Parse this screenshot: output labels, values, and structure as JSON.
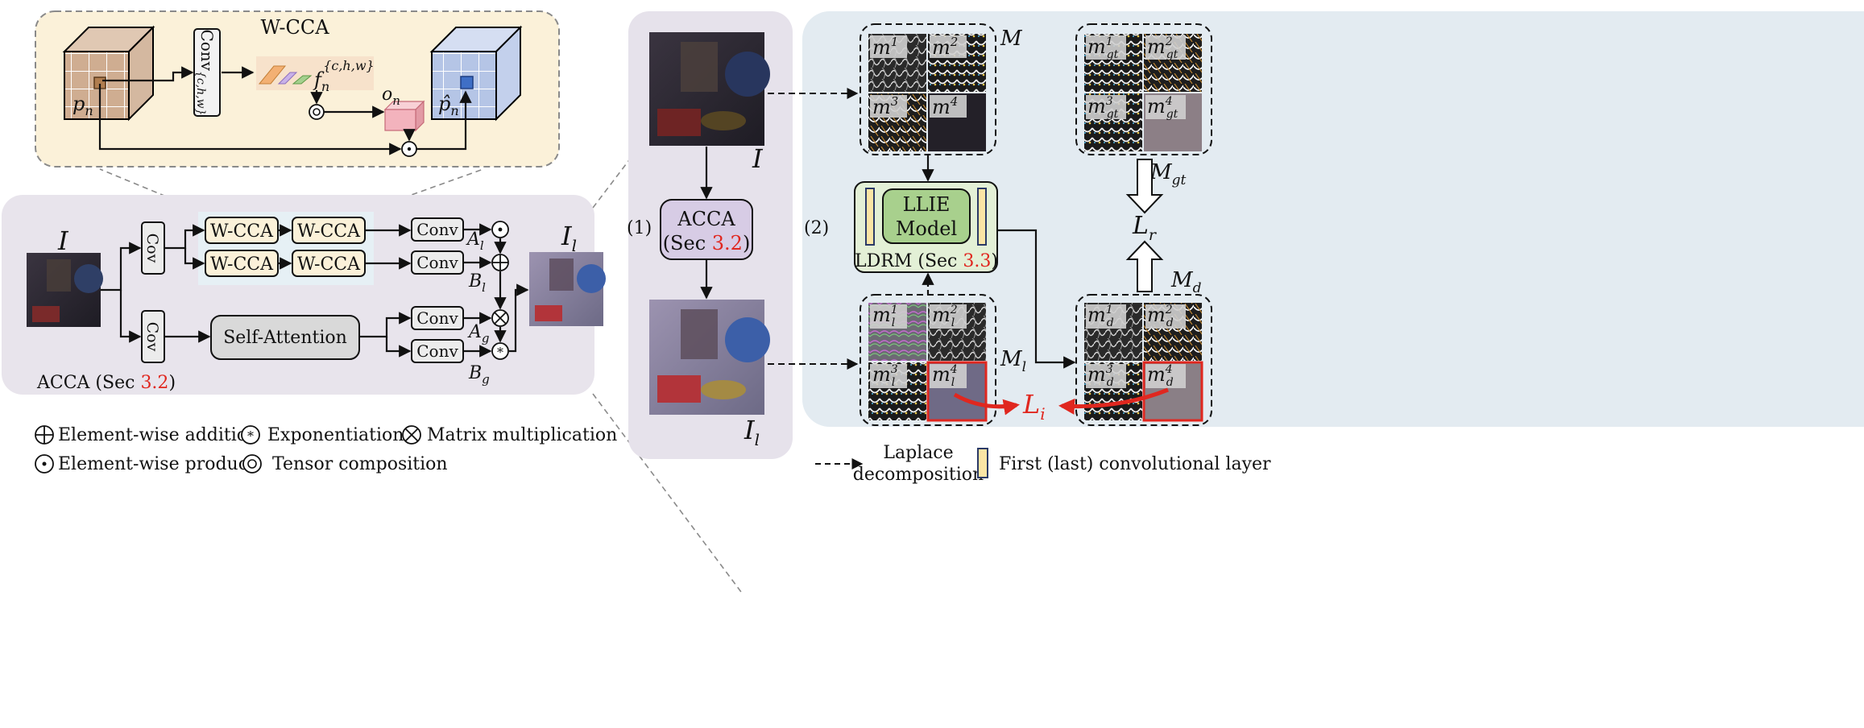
{
  "wcca_panel": {
    "title": "W-CCA",
    "conv_label": "Conv",
    "conv_subscript": "{c,h,w}",
    "p_n": "p",
    "p_hat_n": "p̂",
    "sub_n": "n",
    "f_n": "f",
    "f_sup": "{c,h,w}",
    "o_n": "o"
  },
  "acca_panel": {
    "input_label": "I",
    "output_label": "I",
    "output_sub": "l",
    "cov_label": "Cov",
    "wcca_label": "W-CCA",
    "conv_label": "Conv",
    "self_attention_label": "Self-Attention",
    "A_l": "A",
    "A_l_sub": "l",
    "B_l": "B",
    "B_l_sub": "l",
    "A_g": "A",
    "A_g_sub": "g",
    "B_g": "B",
    "B_g_sub": "g",
    "caption_prefix": "ACCA (Sec ",
    "caption_ref": "3.2",
    "caption_suffix": ")"
  },
  "middle_panel": {
    "step1": "(1)",
    "acca_label": "ACCA",
    "acca_ref_prefix": "(Sec ",
    "acca_ref": "3.2",
    "acca_ref_suffix": ")",
    "I_label": "I",
    "I_l_label": "I",
    "I_l_sub": "l"
  },
  "right_panel": {
    "step2": "(2)",
    "M": "M",
    "m": "m",
    "m_sups": [
      "1",
      "2",
      "3",
      "4"
    ],
    "M_gt": "M",
    "gt_sub": "gt",
    "M_l": "M",
    "l_sub": "l",
    "M_d": "M",
    "d_sub": "d",
    "llie_line1": "LLIE",
    "llie_line2": "Model",
    "ldrm_prefix": "LDRM (Sec ",
    "ldrm_ref": "3.3",
    "ldrm_suffix": ")",
    "L_r": "L",
    "r_sub": "r",
    "L_i": "L",
    "i_sub": "i"
  },
  "legend": {
    "addition": "Element-wise addition",
    "exponentiation": "Exponentiation",
    "matmul": "Matrix multiplication",
    "product": "Element-wise product",
    "tensor_comp": "Tensor composition",
    "laplace_line1": "Laplace",
    "laplace_line2": "decomposition",
    "conv_layer": "First (last) convolutional layer"
  },
  "colors": {
    "accent_red": "#e0271f",
    "wcca_bg": "#fbf1d9",
    "acca_bg": "#e8e4ec",
    "middle_bg": "#e6e2eb",
    "right_bg": "#e3ebf1",
    "acca_box": "#d7cce5",
    "llie_box": "#a8d08d",
    "ldrm_box": "#e3f0d6"
  }
}
